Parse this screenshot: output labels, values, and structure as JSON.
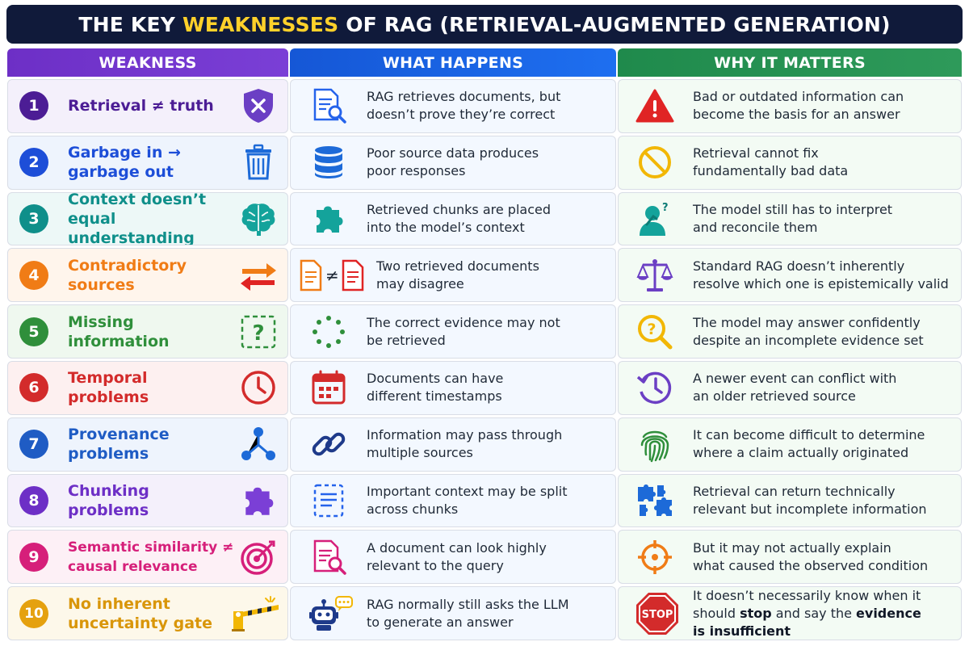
{
  "title": {
    "prefix": "THE KEY ",
    "highlight": "WEAKNESSES",
    "suffix": " OF RAG (RETRIEVAL-AUGMENTED GENERATION)"
  },
  "headers": {
    "weakness": "WEAKNESS",
    "what_happens": "WHAT HAPPENS",
    "why_it_matters": "WHY IT MATTERS"
  },
  "colors": {
    "title_bg": "#101a3a",
    "title_highlight": "#ffd12a",
    "header_weakness": "#6d2fc6",
    "header_what": "#1557d6",
    "header_why": "#1f8a4c"
  },
  "rows": [
    {
      "num": "1",
      "color": "#4c1d95",
      "bg": "#f4f0fb",
      "name_line1": "Retrieval ≠ truth",
      "name_line2": "",
      "weakness_icon": "shield-x-icon",
      "what_icon": "document-search-icon",
      "what_line1": "RAG retrieves documents, but",
      "what_line2": "doesn’t prove they’re correct",
      "why_icon": "warning-triangle-icon",
      "why_line1": "Bad or outdated information can",
      "why_line2": "become the basis for an answer"
    },
    {
      "num": "2",
      "color": "#1d4ed8",
      "bg": "#eef4fd",
      "name_line1": "Garbage in →",
      "name_line2": "garbage out",
      "weakness_icon": "trash-can-icon",
      "what_icon": "database-icon",
      "what_line1": "Poor source data produces",
      "what_line2": "poor responses",
      "why_icon": "prohibited-icon",
      "why_line1": "Retrieval cannot fix",
      "why_line2": "fundamentally bad data"
    },
    {
      "num": "3",
      "color": "#0f8f8a",
      "bg": "#edf8f7",
      "name_line1": "Context doesn’t",
      "name_line2": "equal understanding",
      "weakness_icon": "brain-icon",
      "what_icon": "puzzle-piece-icon",
      "what_line1": "Retrieved chunks are placed",
      "what_line2": "into the model’s context",
      "why_icon": "thinking-person-icon",
      "why_line1": "The model still has to interpret",
      "why_line2": "and reconcile them"
    },
    {
      "num": "4",
      "color": "#f07c16",
      "bg": "#fff5ec",
      "name_line1": "Contradictory",
      "name_line2": "sources",
      "weakness_icon": "swap-arrows-icon",
      "what_icon": "documents-not-equal-icon",
      "what_line1": "Two retrieved documents",
      "what_line2": "may disagree",
      "why_icon": "balance-scale-icon",
      "why_line1": "Standard RAG doesn’t inherently",
      "why_line2": "resolve which one is epistemically valid"
    },
    {
      "num": "5",
      "color": "#2f8f3b",
      "bg": "#eff8ef",
      "name_line1": "Missing",
      "name_line2": "information",
      "weakness_icon": "question-box-icon",
      "what_icon": "dotted-circle-icon",
      "what_line1": "The correct evidence may not",
      "what_line2": "be retrieved",
      "why_icon": "magnifier-question-icon",
      "why_line1": "The model may answer confidently",
      "why_line2": "despite an incomplete evidence set"
    },
    {
      "num": "6",
      "color": "#d32b2b",
      "bg": "#fdf0f0",
      "name_line1": "Temporal",
      "name_line2": "problems",
      "weakness_icon": "clock-icon",
      "what_icon": "calendar-icon",
      "what_line1": "Documents can have",
      "what_line2": "different timestamps",
      "why_icon": "history-clock-icon",
      "why_line1": "A newer event can conflict with",
      "why_line2": "an older retrieved source"
    },
    {
      "num": "7",
      "color": "#1f5cc4",
      "bg": "#eef4fd",
      "name_line1": "Provenance",
      "name_line2": "problems",
      "weakness_icon": "network-nodes-icon",
      "what_icon": "chain-link-icon",
      "what_line1": "Information may pass through",
      "what_line2": "multiple sources",
      "why_icon": "fingerprint-icon",
      "why_line1": "It can become difficult to determine",
      "why_line2": "where a claim actually originated"
    },
    {
      "num": "8",
      "color": "#6d2fc6",
      "bg": "#f4f0fb",
      "name_line1": "Chunking",
      "name_line2": "problems",
      "weakness_icon": "puzzle-piece-icon",
      "what_icon": "dashed-document-icon",
      "what_line1": "Important context may be split",
      "what_line2": "across chunks",
      "why_icon": "puzzle-pieces-icon",
      "why_line1": "Retrieval can return technically",
      "why_line2": "relevant but incomplete information"
    },
    {
      "num": "9",
      "color": "#d61f7a",
      "bg": "#fdf0f6",
      "name_line1": "Semantic similarity ≠",
      "name_line2": "causal relevance",
      "weakness_icon": "target-icon",
      "what_icon": "document-search-icon",
      "what_line1": "A document can look highly",
      "what_line2": "relevant to the query",
      "why_icon": "crosshair-icon",
      "why_line1": "But it may not actually explain",
      "why_line2": "what caused the observed condition"
    },
    {
      "num": "10",
      "color": "#e5a10f",
      "bg": "#fdf8ea",
      "name_line1": "No inherent",
      "name_line2": "uncertainty gate",
      "weakness_icon": "barrier-gate-icon",
      "what_icon": "robot-chat-icon",
      "what_line1": "RAG normally still asks the LLM",
      "what_line2": "to generate an answer",
      "why_icon": "stop-sign-icon",
      "stop_sign_label": "STOP",
      "why_line1": "It doesn’t necessarily know when it",
      "why_line2a": "should ",
      "why_line2b": "stop",
      "why_line2c": " and say the ",
      "why_line2d": "evidence",
      "why_line3": "is insufficient"
    }
  ]
}
